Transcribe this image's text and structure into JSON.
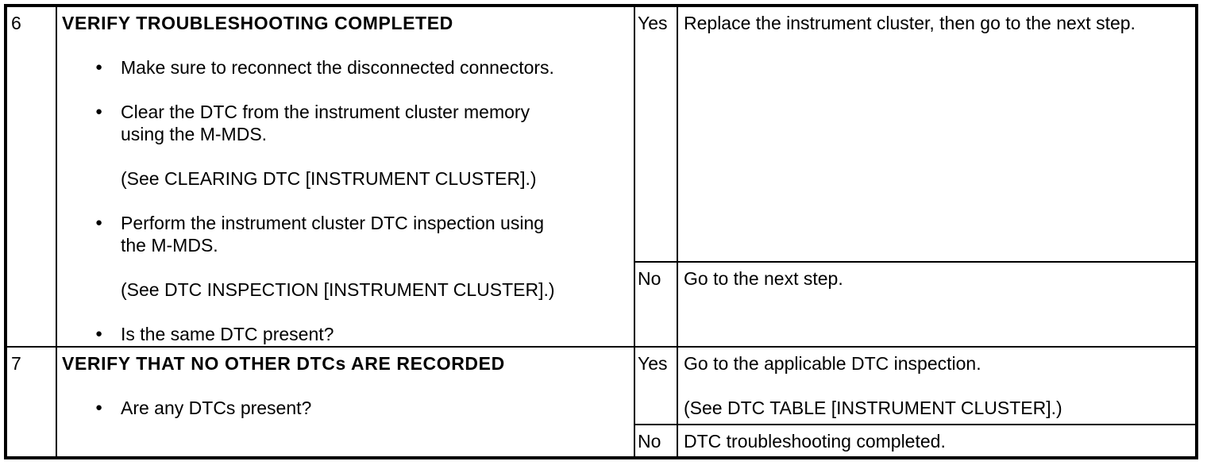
{
  "page": {
    "background": "#ffffff",
    "text_color": "#000000",
    "border_color": "#000000"
  },
  "glyphs": {
    "bullet": "●"
  },
  "table": {
    "columns": [
      "step",
      "action",
      "yes_no",
      "results"
    ],
    "rows": [
      {
        "step": "6",
        "title": "VERIFY TROUBLESHOOTING COMPLETED",
        "items": [
          {
            "type": "bullet",
            "text": "Make sure to reconnect the disconnected connectors."
          },
          {
            "type": "bullet",
            "text": "Clear the DTC from the instrument cluster memory using the M-MDS."
          },
          {
            "type": "note",
            "text": "(See CLEARING DTC [INSTRUMENT CLUSTER].)"
          },
          {
            "type": "bullet",
            "text": "Perform the instrument cluster DTC inspection using the M-MDS."
          },
          {
            "type": "note",
            "text": "(See DTC INSPECTION [INSTRUMENT CLUSTER].)"
          },
          {
            "type": "bullet",
            "text": "Is the same DTC present?"
          }
        ],
        "outcomes": [
          {
            "label": "Yes",
            "lines": [
              "Replace the instrument cluster, then go to the next step."
            ]
          },
          {
            "label": "No",
            "lines": [
              "Go to the next step."
            ]
          }
        ]
      },
      {
        "step": "7",
        "title": "VERIFY THAT NO OTHER DTCs ARE RECORDED",
        "items": [
          {
            "type": "bullet",
            "text": "Are any DTCs present?"
          }
        ],
        "outcomes": [
          {
            "label": "Yes",
            "lines": [
              "Go to the applicable DTC inspection.",
              "(See DTC TABLE [INSTRUMENT CLUSTER].)"
            ]
          },
          {
            "label": "No",
            "lines": [
              "DTC troubleshooting completed."
            ]
          }
        ]
      }
    ]
  }
}
